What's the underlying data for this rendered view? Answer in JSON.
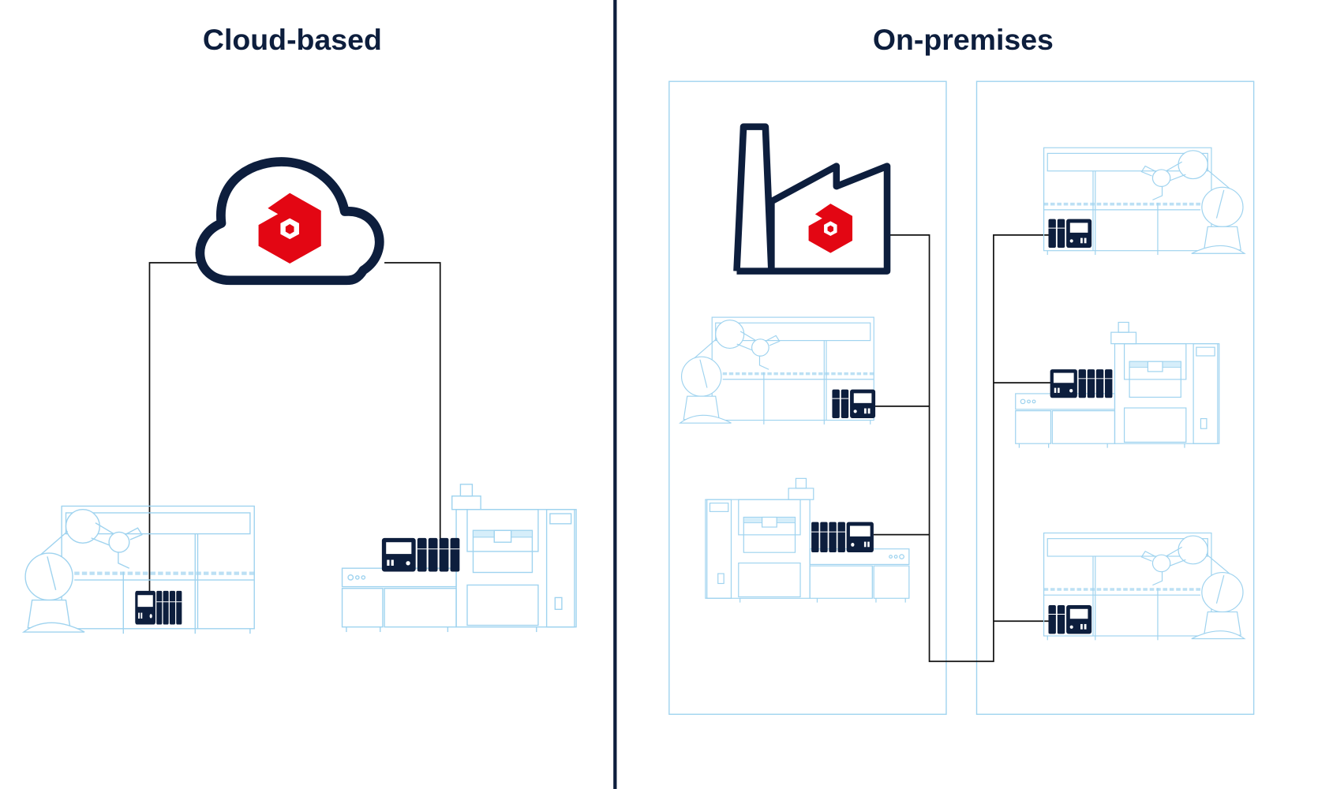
{
  "sections": {
    "cloud": {
      "title": "Cloud-based"
    },
    "onprem": {
      "title": "On-premises"
    }
  },
  "colors": {
    "navy": "#0d1e3d",
    "brand_red": "#e30613",
    "machine_outline": "#9fd3ef",
    "wire": "#111111"
  },
  "icons": {
    "cloud": "cloud-icon",
    "factory": "factory-icon",
    "logo": "brand-hexagon-logo",
    "controller": "plc-controller-icon",
    "robot_cell": "robot-cell-machine",
    "cnc": "cnc-machine"
  }
}
